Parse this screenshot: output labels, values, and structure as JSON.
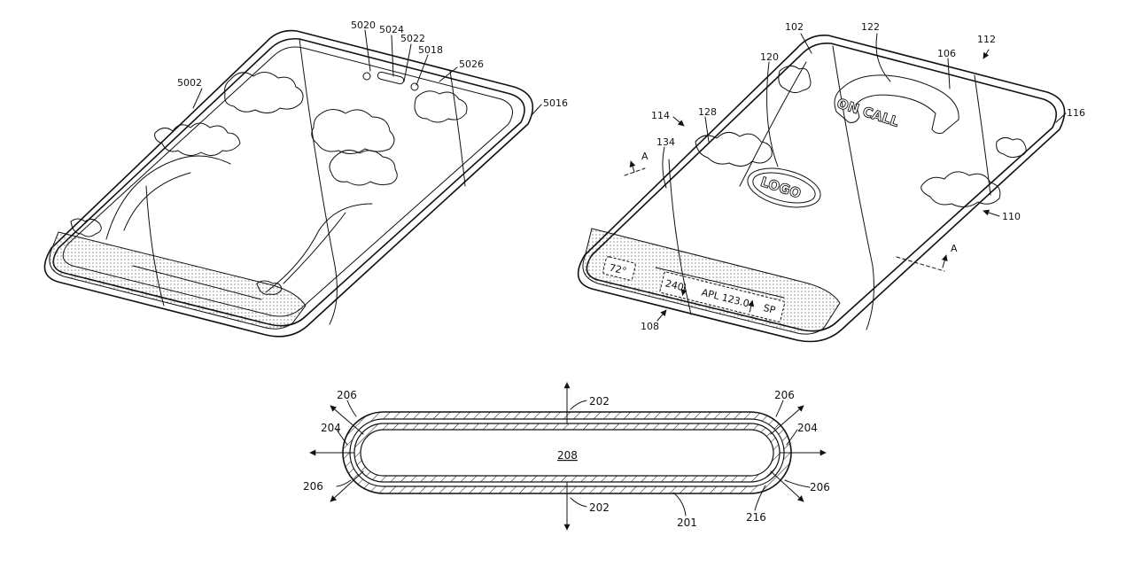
{
  "figure_left": {
    "refs": [
      "5002",
      "5020",
      "5024",
      "5022",
      "5018",
      "5026",
      "5016"
    ]
  },
  "figure_right": {
    "refs": [
      "102",
      "122",
      "112",
      "106",
      "120",
      "114",
      "128",
      "116",
      "134",
      "110",
      "108"
    ],
    "section_marker": "A",
    "on_call_label": "ON CALL",
    "logo_label": "LOGO",
    "temp_label": "72°",
    "altitude_label": "240",
    "ticker_label": "APL 123.0",
    "sp_label": "SP"
  },
  "figure_bottom": {
    "refs": [
      "206",
      "206",
      "206",
      "206",
      "204",
      "204",
      "202",
      "202",
      "208",
      "201",
      "216"
    ]
  }
}
